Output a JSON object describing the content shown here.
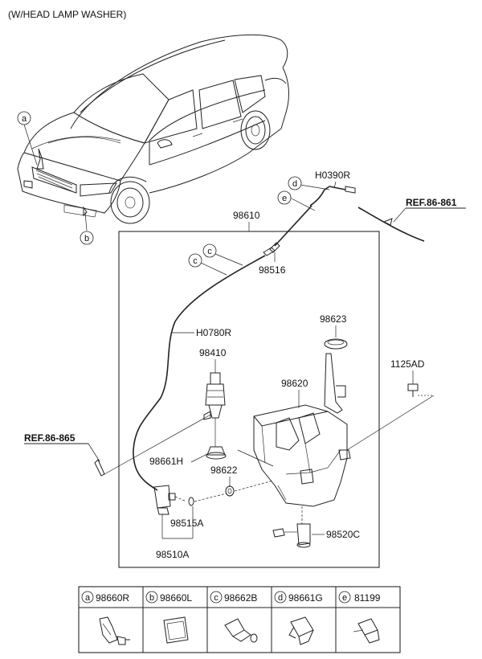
{
  "title": "(W/HEAD LAMP WASHER)",
  "callouts": [
    "a",
    "b",
    "c",
    "c",
    "d",
    "e"
  ],
  "parts": {
    "p98610": "98610",
    "pH0390R": "H0390R",
    "pREF86861": "REF.86-861",
    "p98516": "98516",
    "p98623": "98623",
    "pH0780R": "H0780R",
    "p98410": "98410",
    "p1125AD": "1125AD",
    "p98620": "98620",
    "pREF86865": "REF.86-865",
    "p98661H": "98661H",
    "p98622": "98622",
    "p98515A": "98515A",
    "p98520C": "98520C",
    "p98510A": "98510A"
  },
  "legend": [
    {
      "letter": "a",
      "part": "98660R"
    },
    {
      "letter": "b",
      "part": "98660L"
    },
    {
      "letter": "c",
      "part": "98662B"
    },
    {
      "letter": "d",
      "part": "98661G"
    },
    {
      "letter": "e",
      "part": "81199"
    }
  ]
}
